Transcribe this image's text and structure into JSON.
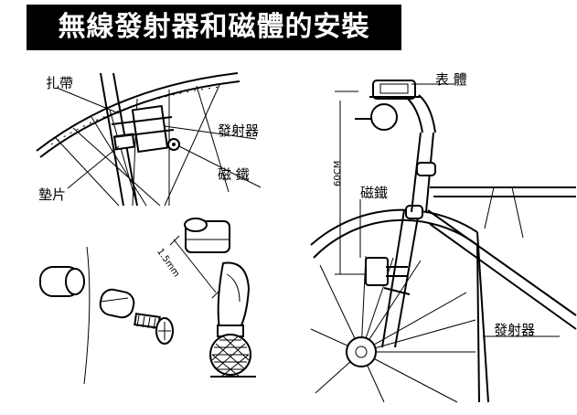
{
  "title": "無線發射器和磁體的安裝",
  "labels": {
    "zip_tie": "扎帶",
    "pad": "墊片",
    "transmitter_top": "發射器",
    "magnet_top": "磁 鐵",
    "computer": "表 體",
    "distance": "60CM",
    "magnet_bike": "磁鐵",
    "transmitter_bike": "發射器",
    "gap": "1.5mm"
  },
  "colors": {
    "ink": "#000000",
    "paper": "#ffffff",
    "title_bg": "#000000",
    "title_fg": "#ffffff"
  }
}
